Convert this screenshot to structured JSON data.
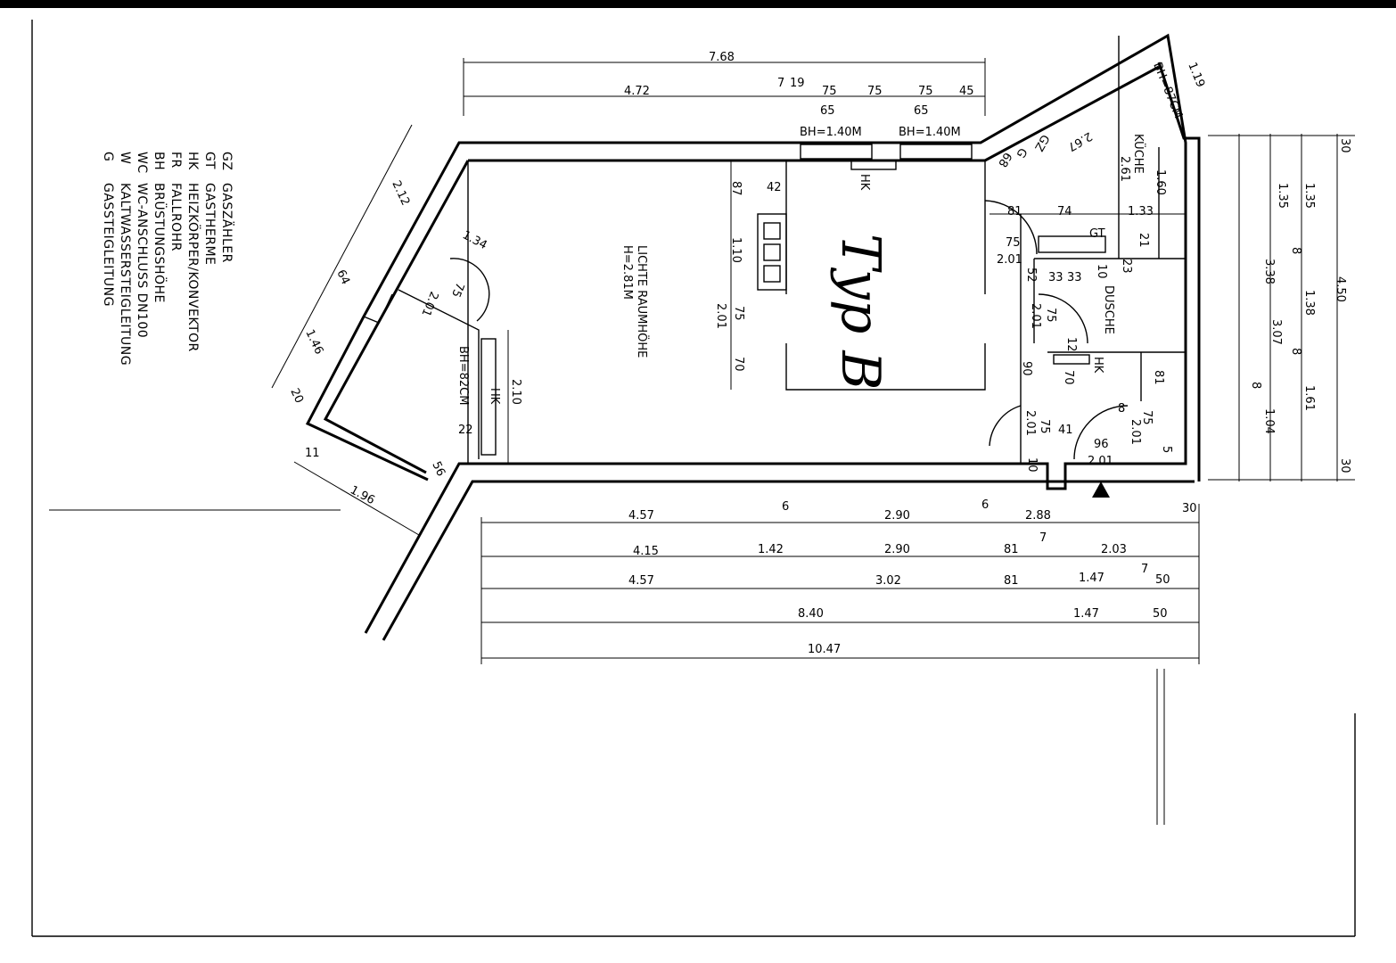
{
  "title": "Typ B",
  "legend": [
    {
      "code": "GZ",
      "label": "GASZÄHLER"
    },
    {
      "code": "GT",
      "label": "GASTHERME"
    },
    {
      "code": "HK",
      "label": "HEIZKÖRPER/KONVEKTOR"
    },
    {
      "code": "FR",
      "label": "FALLROHR"
    },
    {
      "code": "BH",
      "label": "BRÜSTUNGSHÖHE"
    },
    {
      "code": "WC",
      "label": "WC-ANSCHLUSS DN100"
    },
    {
      "code": "W",
      "label": "KALTWASSERSTEIGLEITUNG"
    },
    {
      "code": "G",
      "label": "GASSTEIGLEITUNG"
    }
  ],
  "rooms": {
    "living_note": "LICHTE RAUMHÖHE",
    "living_height": "H=2.81M",
    "kitchen": "KÜCHE",
    "shower": "DUSCHE"
  },
  "top_dims": [
    "7.68",
    "4.72",
    "7",
    "19",
    "75",
    "75",
    "75",
    "45",
    "65",
    "65",
    "BH=1.40M",
    "BH=1.40M",
    "HK"
  ],
  "bottom_dims": [
    "4.57",
    "6",
    "2.90",
    "6",
    "2.88",
    "30",
    "4.15",
    "1.42",
    "2.90",
    "81",
    "7",
    "2.03",
    "4.57",
    "3.02",
    "81",
    "1.47",
    "7",
    "50",
    "8.40",
    "1.47",
    "50",
    "10.47"
  ],
  "right_dims": [
    "30",
    "1.35",
    "1.35",
    "3.38",
    "4.50",
    "1.38",
    "3.07",
    "1.61",
    "1.04",
    "30",
    "8",
    "8",
    "8"
  ],
  "left_dims": [
    "2.12",
    "1.34",
    "64",
    "1.46",
    "20",
    "11",
    "1.96",
    "56",
    "22",
    "75",
    "2.01",
    "BH=82CM",
    "HK",
    "2.10"
  ],
  "living_dims": [
    "87",
    "42",
    "1.10",
    "2.01",
    "75",
    "70"
  ],
  "kitchen_dims": [
    "BH=87CM",
    "1.19",
    "2.67",
    "GZ",
    "G",
    "68",
    "2.61",
    "1.60",
    "81",
    "74",
    "1.33",
    "75",
    "2.01",
    "GT",
    "21",
    "52",
    "33",
    "33",
    "10",
    "23",
    "75",
    "2.01",
    "12",
    "HK",
    "90",
    "70",
    "81",
    "2.01",
    "75",
    "41",
    "8",
    "75",
    "2.01",
    "96",
    "2.01",
    "5",
    "10"
  ]
}
